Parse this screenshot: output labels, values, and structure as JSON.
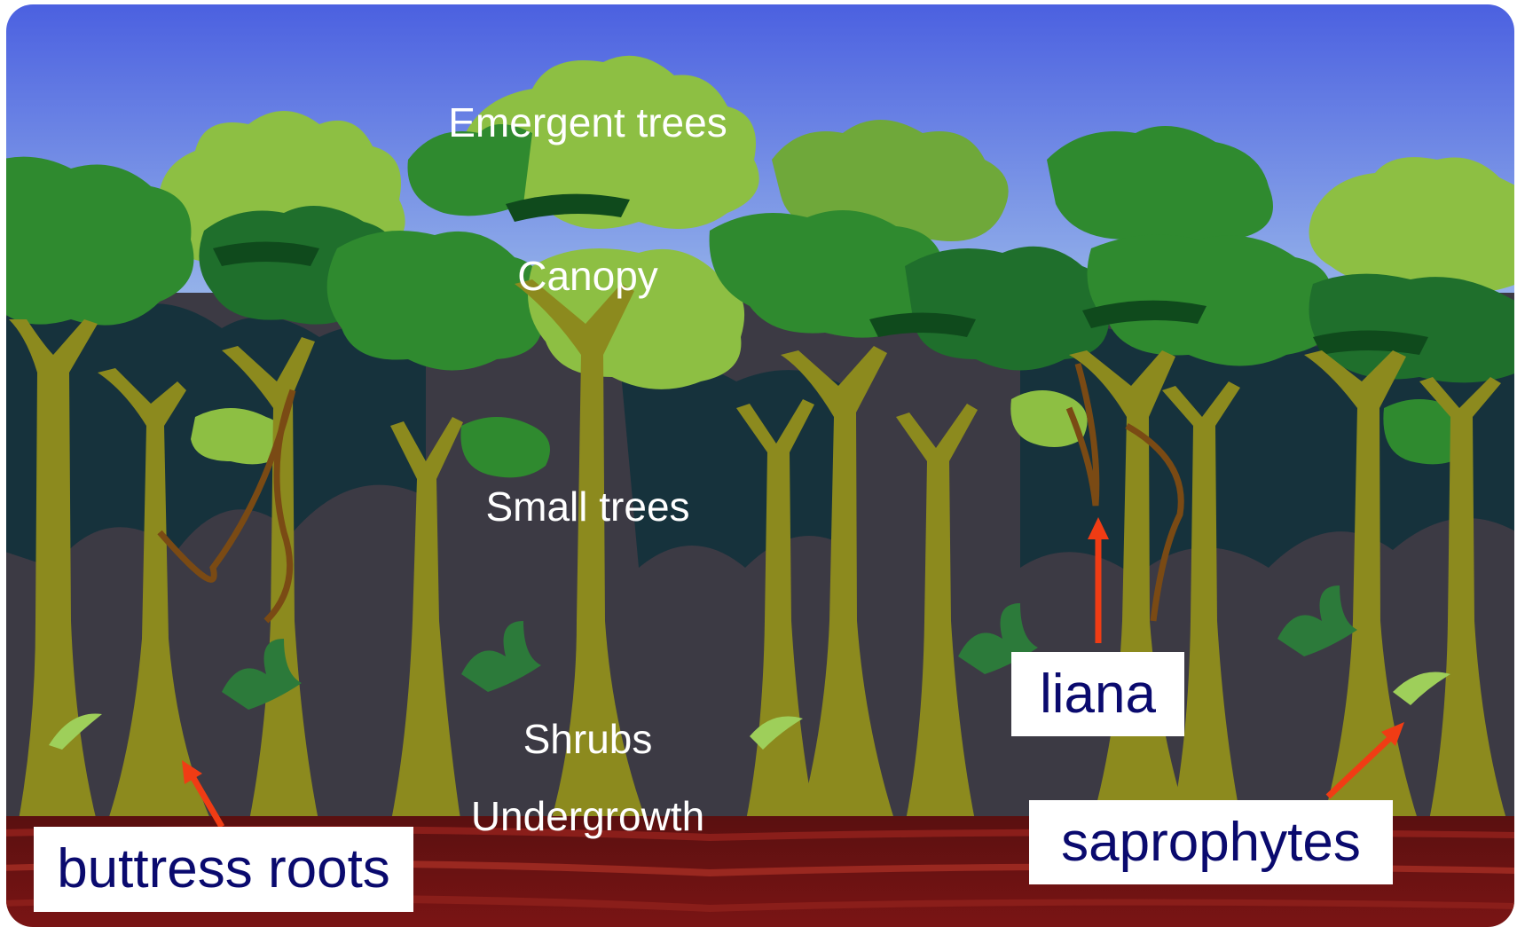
{
  "layers": {
    "emergent": "Emergent trees",
    "canopy": "Canopy",
    "small_trees": "Small trees",
    "shrubs": "Shrubs",
    "undergrowth": "Undergrowth"
  },
  "callouts": {
    "liana": "liana",
    "saprophytes": "saprophytes",
    "buttress_roots": "buttress roots"
  },
  "colors": {
    "sky_top": "#4a5fe0",
    "sky_bottom": "#9ec3ea",
    "understory": "#3c3a44",
    "soil": "#6a1212",
    "trunk": "#8c8a1e",
    "canopy_light": "#8dbf43",
    "canopy_mid": "#2f8a2f",
    "canopy_dark": "#0f4a1c",
    "arrow": "#f03c14",
    "callout_text": "#0a0a6e"
  }
}
